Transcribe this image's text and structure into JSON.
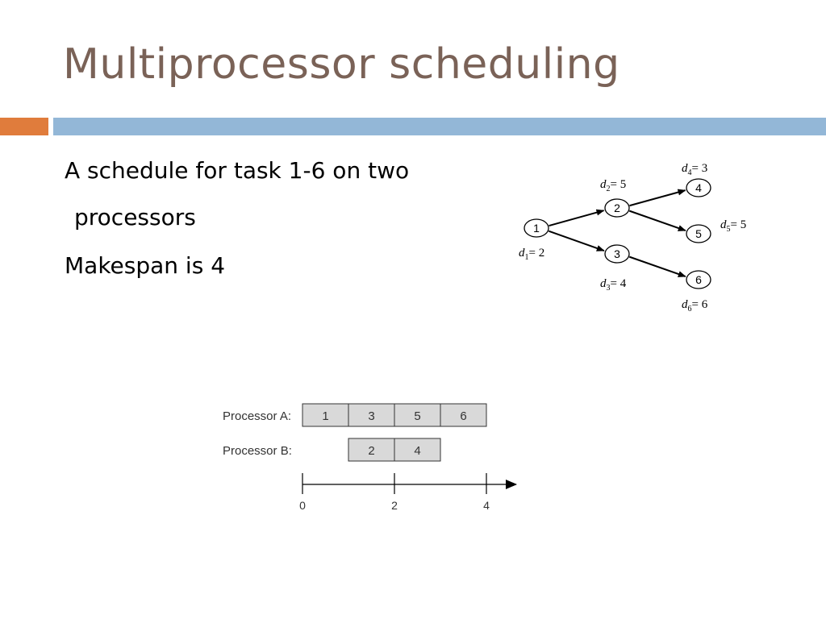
{
  "slide": {
    "title": "Multiprocessor scheduling",
    "lines": [
      "A schedule for task 1-6 on two",
      "processors",
      "Makespan is 4"
    ]
  },
  "colors": {
    "title": "#7a6257",
    "accent_orange": "#e07c3c",
    "accent_blue": "#93b7d7",
    "gantt_fill": "#d9d9d9"
  },
  "graph": {
    "nodes": [
      {
        "id": "1",
        "deadline_sub": "1",
        "deadline_val": "2"
      },
      {
        "id": "2",
        "deadline_sub": "2",
        "deadline_val": "5"
      },
      {
        "id": "3",
        "deadline_sub": "3",
        "deadline_val": "4"
      },
      {
        "id": "4",
        "deadline_sub": "4",
        "deadline_val": "3"
      },
      {
        "id": "5",
        "deadline_sub": "5",
        "deadline_val": "5"
      },
      {
        "id": "6",
        "deadline_sub": "6",
        "deadline_val": "6"
      }
    ],
    "edges": [
      [
        "1",
        "2"
      ],
      [
        "1",
        "3"
      ],
      [
        "2",
        "4"
      ],
      [
        "2",
        "5"
      ],
      [
        "3",
        "6"
      ]
    ],
    "deadline_prefix": "d",
    "deadline_eq": "= "
  },
  "gantt": {
    "processors": [
      {
        "label": "Processor A:",
        "tasks": [
          "1",
          "3",
          "5",
          "6"
        ],
        "start_slot": 0
      },
      {
        "label": "Processor B:",
        "tasks": [
          "2",
          "4"
        ],
        "start_slot": 1
      }
    ],
    "axis_ticks": [
      "0",
      "2",
      "4"
    ]
  }
}
